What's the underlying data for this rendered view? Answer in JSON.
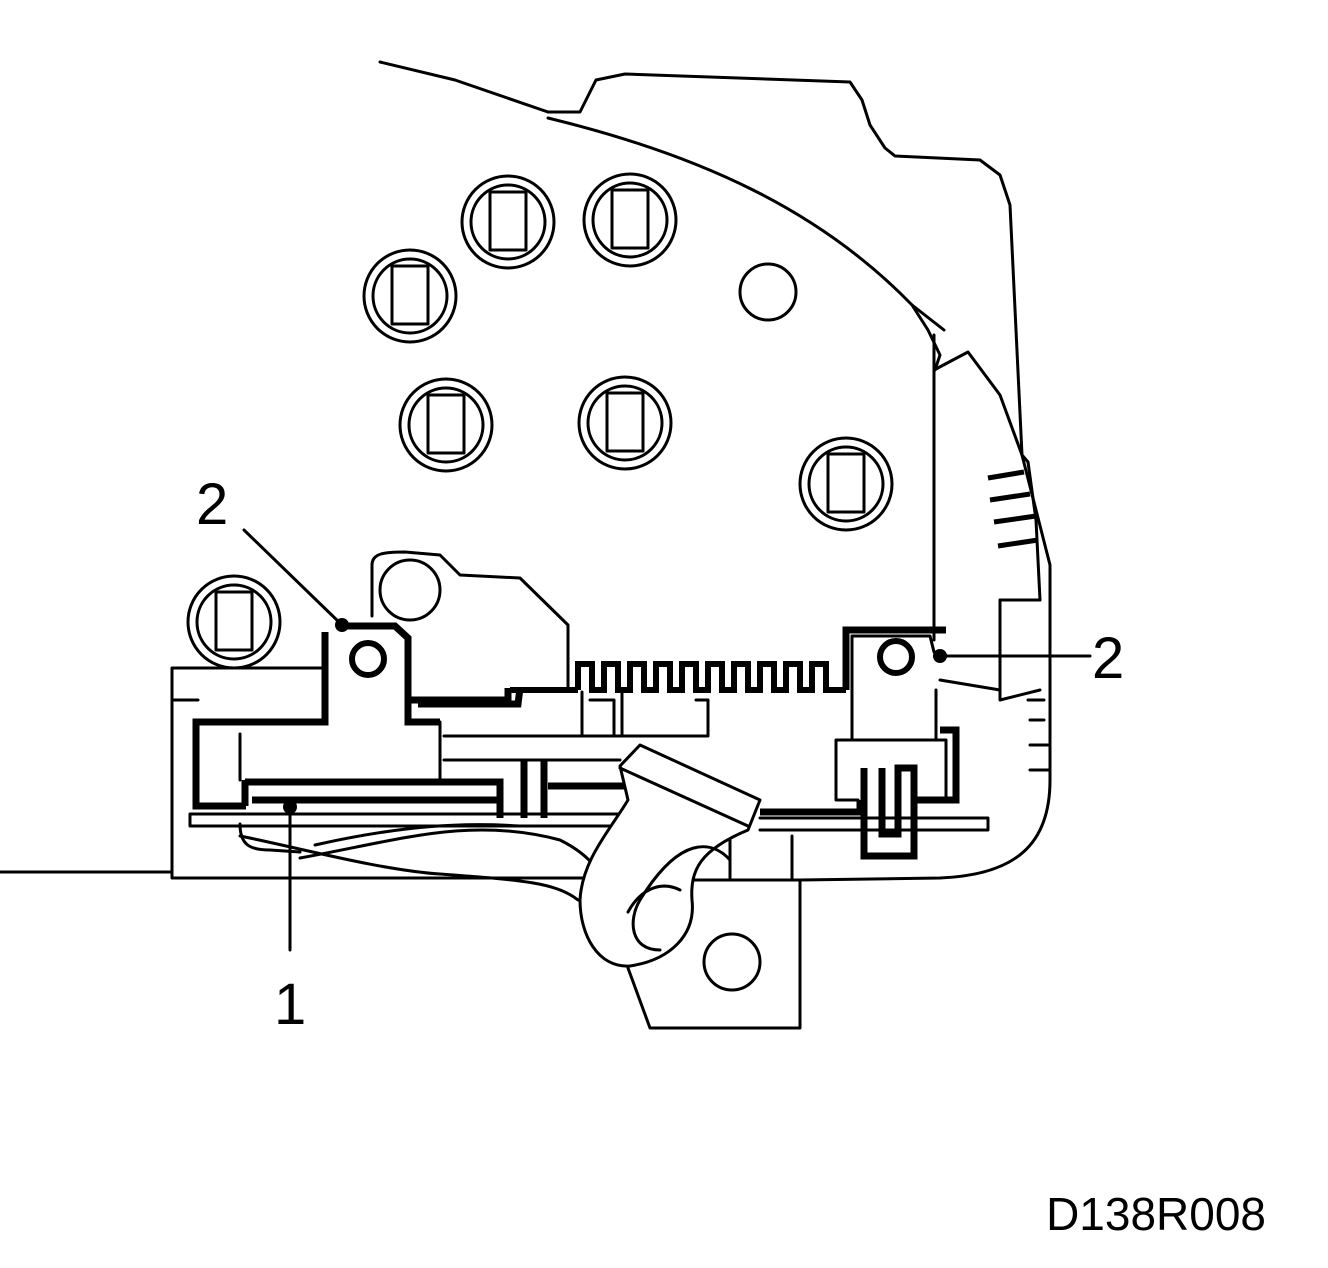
{
  "callouts": [
    {
      "id": "callout-1",
      "number": "1"
    },
    {
      "id": "callout-2-left",
      "number": "2"
    },
    {
      "id": "callout-2-right",
      "number": "2"
    }
  ],
  "figure_code": "D138R008"
}
